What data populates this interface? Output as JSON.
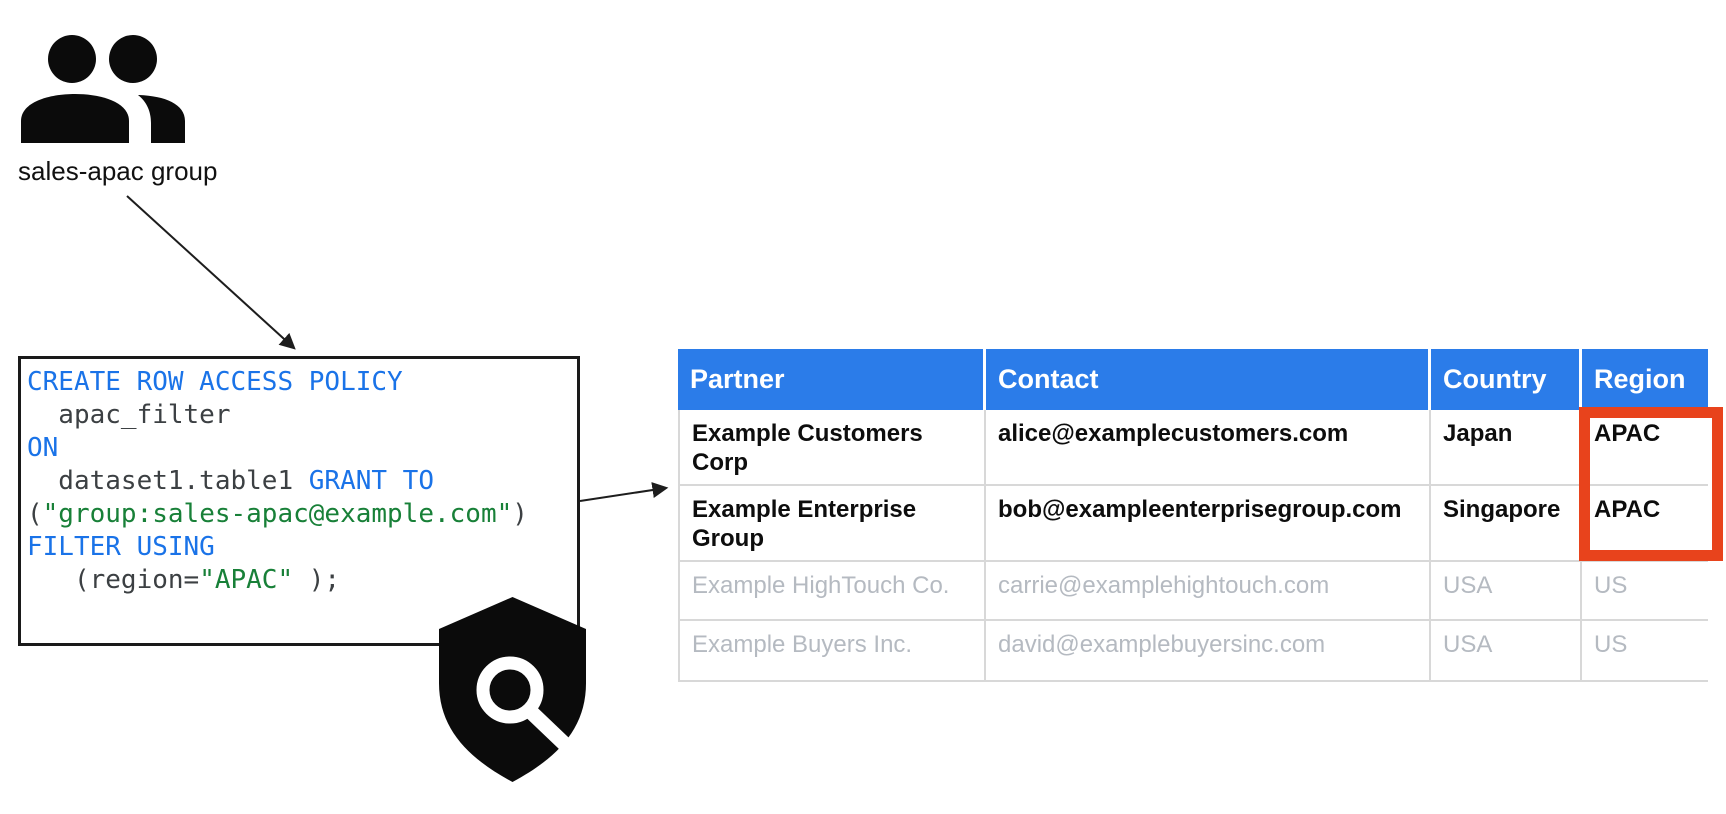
{
  "colors": {
    "header_blue": "#2b7ce9",
    "keyword_blue": "#1a73e8",
    "string_green": "#188038",
    "code_text": "#3c4043",
    "highlight_red": "#e8431c",
    "filtered_row_gray": "#b5bac1",
    "icon_black": "#0b0b0b"
  },
  "group": {
    "label": "sales-apac group",
    "icon": "people-group-icon"
  },
  "policy_box": {
    "icon": "shield-search-icon",
    "code_lines": [
      [
        {
          "t": "kw",
          "x": "CREATE ROW ACCESS POLICY"
        }
      ],
      [
        {
          "t": "plain",
          "x": "  apac_filter"
        }
      ],
      [
        {
          "t": "kw",
          "x": "ON"
        }
      ],
      [
        {
          "t": "plain",
          "x": "  dataset1.table1 "
        },
        {
          "t": "kw",
          "x": "GRANT TO"
        }
      ],
      [
        {
          "t": "plain",
          "x": "("
        },
        {
          "t": "str",
          "x": "\"group:sales-apac@example.com\""
        },
        {
          "t": "plain",
          "x": ")"
        }
      ],
      [
        {
          "t": "kw",
          "x": "FILTER USING"
        }
      ],
      [
        {
          "t": "plain",
          "x": "   (region="
        },
        {
          "t": "str",
          "x": "\"APAC\""
        },
        {
          "t": "plain",
          "x": " );"
        }
      ]
    ]
  },
  "table": {
    "headers": [
      "Partner",
      "Contact",
      "Country",
      "Region"
    ],
    "rows": [
      {
        "partner": "Example Customers Corp",
        "contact": "alice@examplecustomers.com",
        "country": "Japan",
        "region": "APAC",
        "state": "visible"
      },
      {
        "partner": "Example Enterprise Group",
        "contact": "bob@exampleenterprisegroup.com",
        "country": "Singapore",
        "region": "APAC",
        "state": "visible"
      },
      {
        "partner": "Example HighTouch Co.",
        "contact": "carrie@examplehightouch.com",
        "country": "USA",
        "region": "US",
        "state": "filtered"
      },
      {
        "partner": "Example Buyers Inc.",
        "contact": "david@examplebuyersinc.com",
        "country": "USA",
        "region": "US",
        "state": "filtered"
      }
    ],
    "highlight": {
      "column": "Region",
      "rows_highlighted": [
        "APAC",
        "APAC"
      ]
    }
  }
}
